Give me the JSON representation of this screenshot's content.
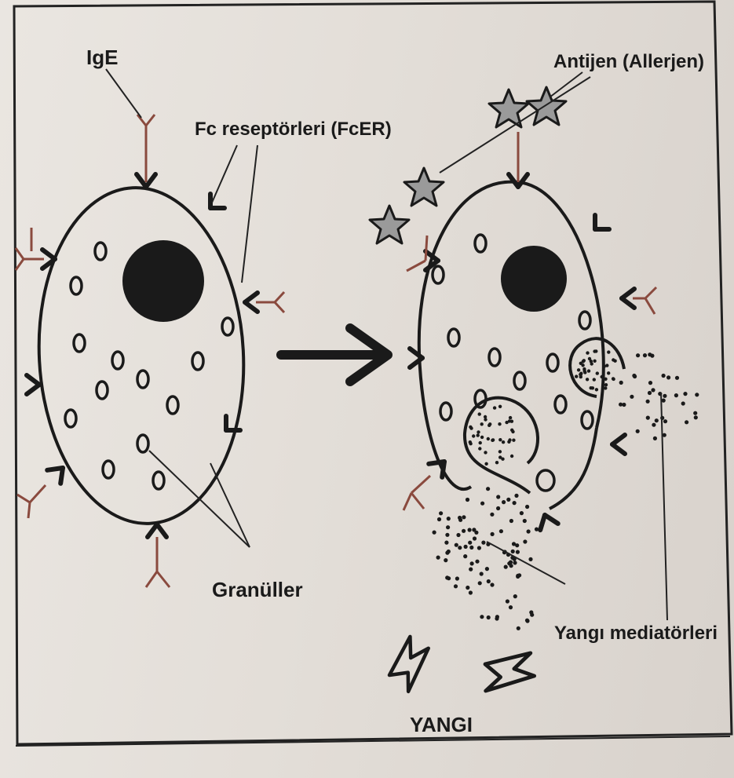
{
  "labels": {
    "ige": "IgE",
    "fc_receptors": "Fc reseptörleri (FcER)",
    "antigen": "Antijen (Allerjen)",
    "granules": "Granüller",
    "mediators": "Yangı mediatörleri",
    "inflammation": "YANGI"
  },
  "colors": {
    "ink": "#1a1a1a",
    "antibody": "#8a4a3e",
    "star_fill": "#9a9a9a",
    "page": "#e6e1dc"
  },
  "icons": [
    "star-icon",
    "lightning-icon",
    "arrow-right-icon"
  ]
}
